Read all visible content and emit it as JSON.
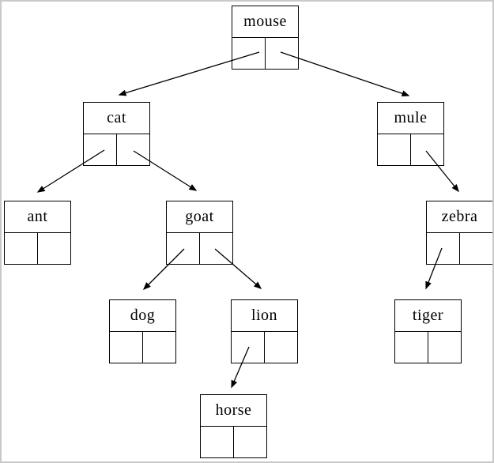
{
  "page": {
    "background_color": "#ffffff",
    "frame_border_color": "#c9c9c9"
  },
  "diagram": {
    "type": "binary-tree-linked-nodes",
    "line_color": "#000000",
    "node_fill_color": "#ffffff",
    "root": "mouse",
    "nodes": {
      "mouse": {
        "label": "mouse"
      },
      "cat": {
        "label": "cat"
      },
      "mule": {
        "label": "mule"
      },
      "ant": {
        "label": "ant"
      },
      "goat": {
        "label": "goat"
      },
      "zebra": {
        "label": "zebra"
      },
      "dog": {
        "label": "dog"
      },
      "lion": {
        "label": "lion"
      },
      "tiger": {
        "label": "tiger"
      },
      "horse": {
        "label": "horse"
      }
    },
    "edges": [
      {
        "from": "mouse",
        "via": "left-pointer",
        "to": "cat"
      },
      {
        "from": "mouse",
        "via": "right-pointer",
        "to": "mule"
      },
      {
        "from": "cat",
        "via": "left-pointer",
        "to": "ant"
      },
      {
        "from": "cat",
        "via": "right-pointer",
        "to": "goat"
      },
      {
        "from": "mule",
        "via": "right-pointer",
        "to": "zebra"
      },
      {
        "from": "goat",
        "via": "left-pointer",
        "to": "dog"
      },
      {
        "from": "goat",
        "via": "right-pointer",
        "to": "lion"
      },
      {
        "from": "zebra",
        "via": "left-pointer",
        "to": "tiger"
      },
      {
        "from": "lion",
        "via": "left-pointer",
        "to": "horse"
      }
    ]
  }
}
